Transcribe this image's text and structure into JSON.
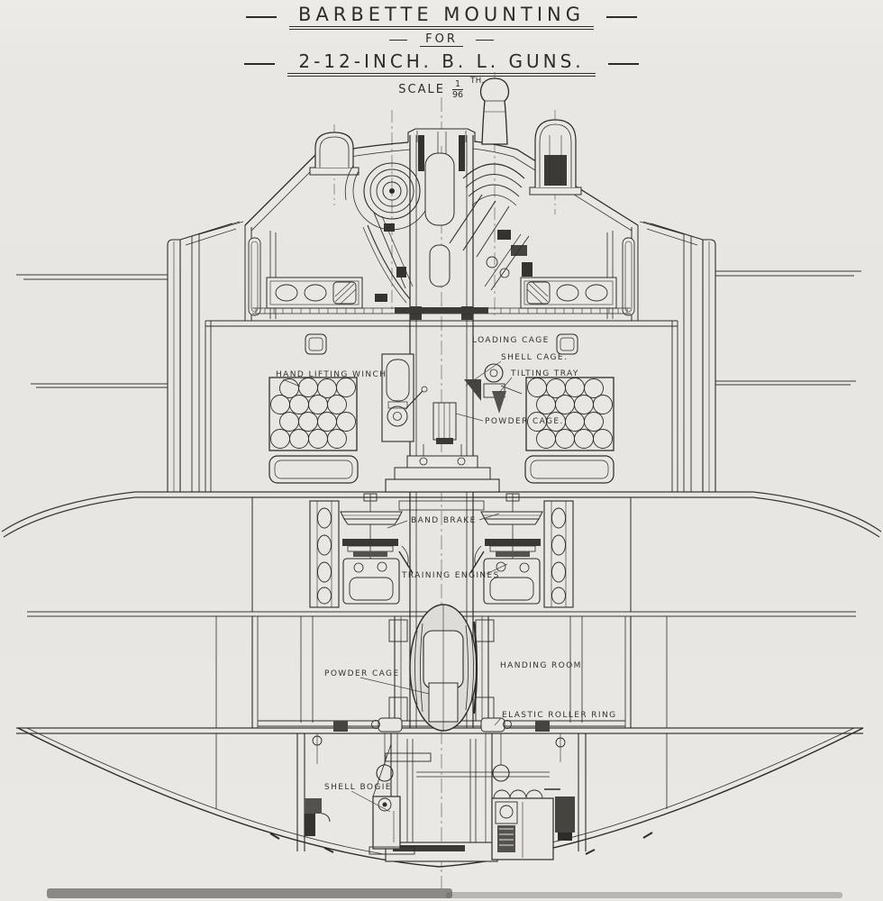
{
  "drawing": {
    "title_line1": "BARBETTE MOUNTING",
    "title_line2": "FOR",
    "title_line3": "2-12-INCH. B. L. GUNS.",
    "scale_word": "SCALE",
    "scale_numerator": "1",
    "scale_denominator": "96",
    "scale_suffix": "TH."
  },
  "labels": {
    "loading_cage": "LOADING CAGE",
    "shell_cage": "SHELL CAGE.",
    "tilting_tray": "TILTING TRAY",
    "hand_lifting_winch": "HAND LIFTING WINCH",
    "powder_cage_upper": "POWDER CAGE.",
    "band_brake": "BAND BRAKE",
    "training_engines": "TRAINING ENGINES",
    "powder_cage_lower": "POWDER CAGE",
    "handing_room": "HANDING ROOM",
    "elastic_roller_ring": "ELASTIC ROLLER RING",
    "shell_bogie": "SHELL BOGIE"
  },
  "colors": {
    "paper": "#e9e7e3",
    "ink": "#2e2c29"
  }
}
